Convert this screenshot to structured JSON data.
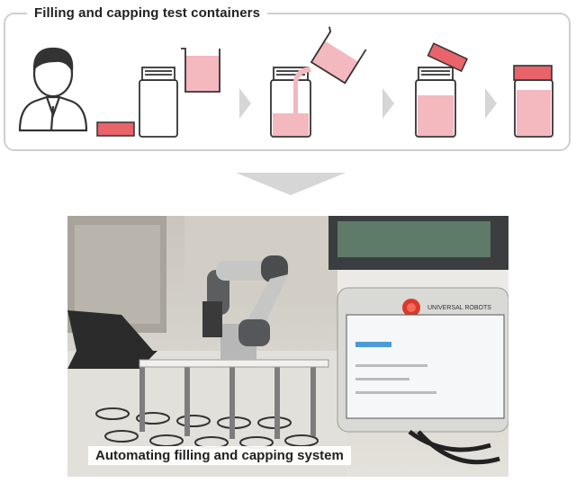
{
  "panel": {
    "title": "Filling and capping test containers",
    "steps": [
      "operator",
      "empty-container-and-cap",
      "pour-liquid",
      "place-cap",
      "capped-container"
    ]
  },
  "photo": {
    "caption": "Automating filling and capping system",
    "robot_label": "UNIVERSAL ROBOTS"
  },
  "colors": {
    "liquid": "#f4b8bf",
    "cap": "#e8636a",
    "arrow": "#d6d6d6",
    "border": "#cfcfcf"
  }
}
